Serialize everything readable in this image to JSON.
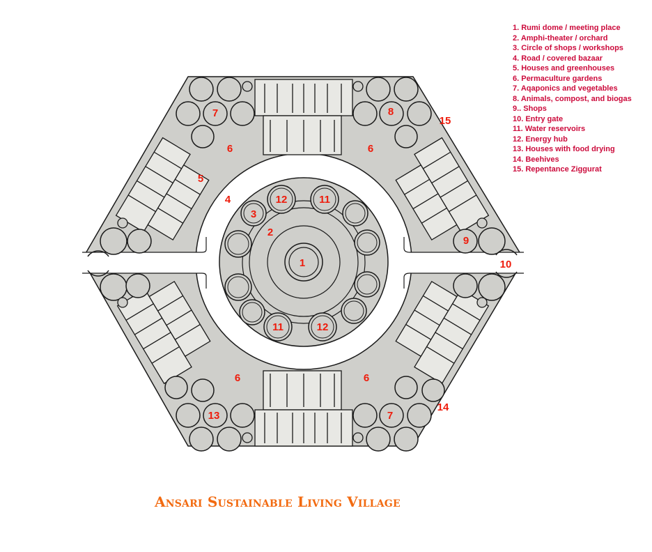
{
  "title": "Ansari Sustainable Living Village",
  "colors": {
    "site_fill": "#cfcfcb",
    "outline": "#1a1a1a",
    "label_red": "#ee1c0c",
    "legend_text": "#cc0b3c",
    "title_orange": "#f26a10"
  },
  "legend": [
    "1. Rumi dome / meeting place",
    "2. Amphi-theater / orchard",
    "3. Circle of shops / workshops",
    "4. Road / covered bazaar",
    "5. Houses and greenhouses",
    "6. Permaculture gardens",
    "7. Aqaponics and vegetables",
    "8. Animals, compost, and biogas",
    "9.. Shops",
    "10. Entry gate",
    "11. Water reservoirs",
    "12. Energy hub",
    "13. Houses with food drying",
    "14. Beehives",
    "15. Repentance Ziggurat"
  ],
  "plan_labels": {
    "l1": "1",
    "l2": "2",
    "l3": "3",
    "l4": "4",
    "l5": "5",
    "l6a": "6",
    "l6b": "6",
    "l6c": "6",
    "l6d": "6",
    "l7a": "7",
    "l7b": "7",
    "l8": "8",
    "l9": "9",
    "l10": "10",
    "l11a": "11",
    "l11b": "11",
    "l12a": "12",
    "l12b": "12",
    "l13": "13",
    "l14": "14",
    "l15": "15"
  }
}
